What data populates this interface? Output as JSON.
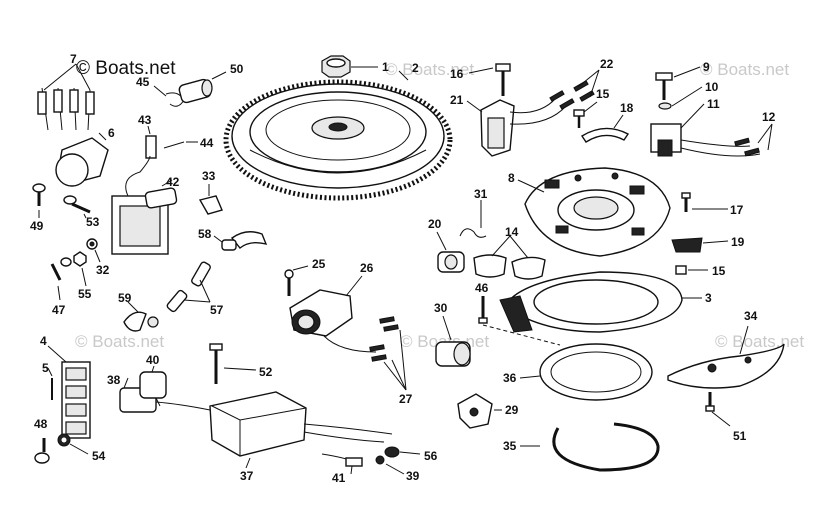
{
  "watermark": {
    "main_text": "© Boats.net",
    "faint_text": "© Boats.net"
  },
  "callouts": {
    "c1": "1",
    "c2": "2",
    "c3": "3",
    "c4": "4",
    "c5": "5",
    "c6": "6",
    "c7": "7",
    "c8": "8",
    "c9": "9",
    "c10": "10",
    "c11": "11",
    "c12": "12",
    "c14": "14",
    "c15a": "15",
    "c15b": "15",
    "c16": "16",
    "c17": "17",
    "c18": "18",
    "c19": "19",
    "c20": "20",
    "c21": "21",
    "c22": "22",
    "c25": "25",
    "c26": "26",
    "c27": "27",
    "c29": "29",
    "c30": "30",
    "c31": "31",
    "c32": "32",
    "c33": "33",
    "c34": "34",
    "c35": "35",
    "c36": "36",
    "c37": "37",
    "c38": "38",
    "c39": "39",
    "c40": "40",
    "c41": "41",
    "c42": "42",
    "c43": "43",
    "c44": "44",
    "c45": "45",
    "c46": "46",
    "c47": "47",
    "c48": "48",
    "c49": "49",
    "c50": "50",
    "c51": "51",
    "c52": "52",
    "c53": "53",
    "c54": "54",
    "c55": "55",
    "c56": "56",
    "c57": "57",
    "c58": "58",
    "c59": "59"
  }
}
